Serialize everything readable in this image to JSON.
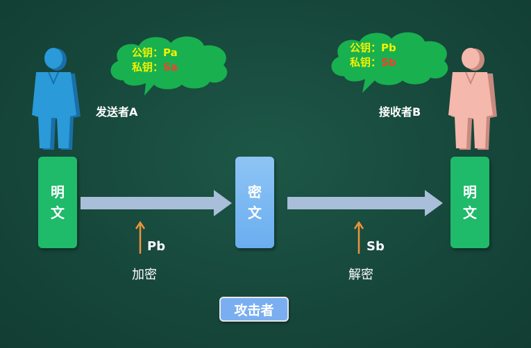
{
  "sender": {
    "label": "发送者A",
    "public_key_label": "公钥：",
    "public_key": "Pa",
    "private_key_label": "私钥：",
    "private_key": "Sa",
    "color": "#2a9ad8"
  },
  "receiver": {
    "label": "接收者B",
    "public_key_label": "公钥：",
    "public_key": "Pb",
    "private_key_label": "私钥：",
    "private_key": "Sb",
    "color": "#f4b8ac"
  },
  "boxes": {
    "plaintext_left": [
      "明",
      "文"
    ],
    "ciphertext": [
      "密",
      "文"
    ],
    "plaintext_right": [
      "明",
      "文"
    ]
  },
  "encrypt": {
    "key": "Pb",
    "label": "加密"
  },
  "decrypt": {
    "key": "Sb",
    "label": "解密"
  },
  "attacker": {
    "label": "攻击者"
  },
  "colors": {
    "background": "#16463a",
    "cloud": "#19b04f",
    "arrow": "#a9bed8",
    "key_arrow": "#f0943a",
    "plaintext_box": "#1fba6a",
    "ciphertext_box": "#7ab8f2"
  }
}
